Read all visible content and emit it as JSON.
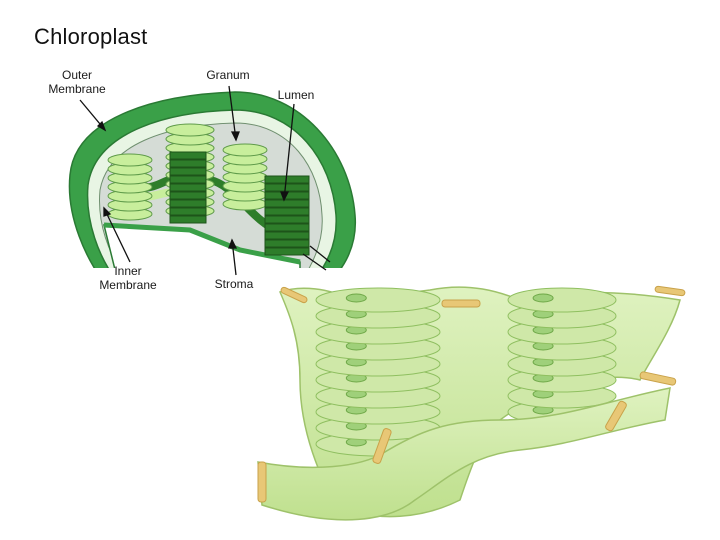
{
  "slide": {
    "title": "Chloroplast"
  },
  "labels": {
    "outer_membrane": "Outer\nMembrane",
    "granum": "Granum",
    "lumen": "Lumen",
    "inner_membrane": "Inner\nMembrane",
    "stroma": "Stroma"
  },
  "colors": {
    "outer_green": "#3aa048",
    "light_green": "#c8ee9c",
    "dark_green": "#2e7d2a",
    "stroma_gray": "#d5dcd6",
    "thylakoid_3d": "#cfe8a8"
  }
}
